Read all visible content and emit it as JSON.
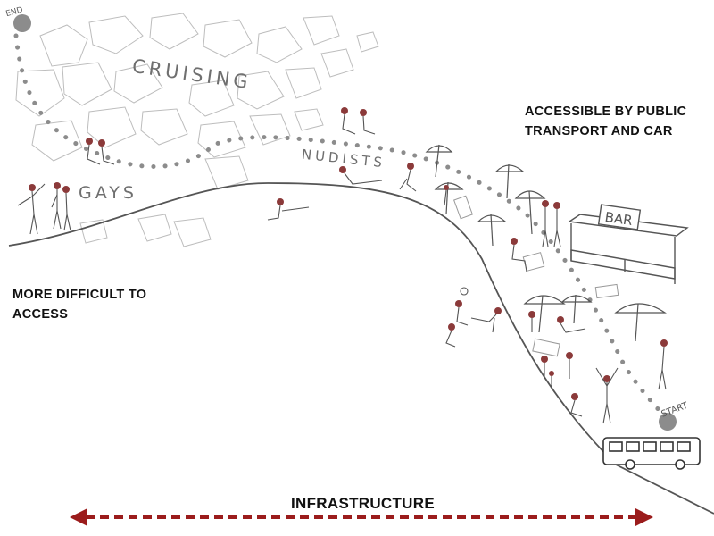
{
  "route": {
    "end_label": "END",
    "start_label": "START"
  },
  "zones": {
    "cruising": "CRUISING",
    "nudists": "NUDISTS",
    "gays": "GAYS"
  },
  "bar_sign": "BAR",
  "annotations": {
    "accessible_line1": "ACCESSIBLE BY PUBLIC",
    "accessible_line2": "TRANSPORT AND CAR",
    "difficult_line1": "MORE DIFFICULT TO",
    "difficult_line2": "ACCESS"
  },
  "axis": {
    "label": "INFRASTRUCTURE",
    "color": "#9b1c1c"
  },
  "colors": {
    "figure_accent": "#8b3a3a",
    "line": "#555555",
    "dot": "#8c8c8c"
  }
}
